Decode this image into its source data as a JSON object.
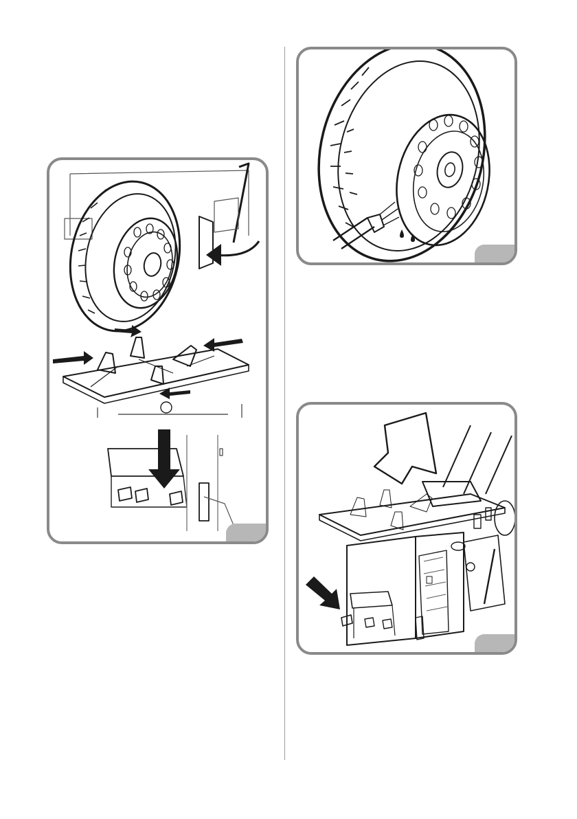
{
  "document": {
    "figures": [
      {
        "id": "wheel-mounting",
        "tag": ""
      },
      {
        "id": "bead-lubrication",
        "tag": ""
      },
      {
        "id": "machine-operation",
        "tag": ""
      }
    ]
  },
  "colors": {
    "frame": "#8a8a8a",
    "tag": "#b7b7b7",
    "ink": "#1a1a1a",
    "divider": "#9a9a9a"
  }
}
